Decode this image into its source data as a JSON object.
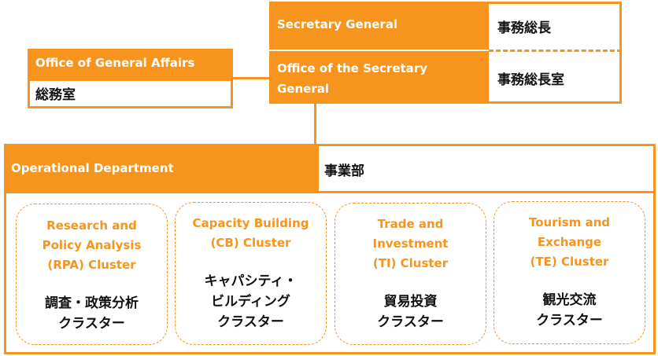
{
  "secretary_general": {
    "en": "Secretary General",
    "jp": "事務総長"
  },
  "office_of_secretary_general": {
    "en": "Office of the Secretary\nGeneral",
    "jp": "事務総長室"
  },
  "office_of_general_affairs": {
    "en": "Office of General Affairs",
    "jp": "総務室"
  },
  "operational_department": {
    "en": "Operational Department",
    "jp": "事業部"
  },
  "clusters": [
    {
      "en": "Research and\nPolicy Analysis\n(RPA) Cluster",
      "jp": "調査・政策分析\nクラスター"
    },
    {
      "en": "Capacity Building\n(CB) Cluster",
      "jp": "キャパシティ・\nビルディング\nクラスター"
    },
    {
      "en": "Trade and\nInvestment\n(TI) Cluster",
      "jp": "貿易投資\nクラスター"
    },
    {
      "en": "Tourism and\nExchange\n(TE) Cluster",
      "jp": "観光交流\nクラスター"
    }
  ],
  "colors": {
    "accent": "#f7941d",
    "text": "#111111",
    "background": "#ffffff"
  }
}
